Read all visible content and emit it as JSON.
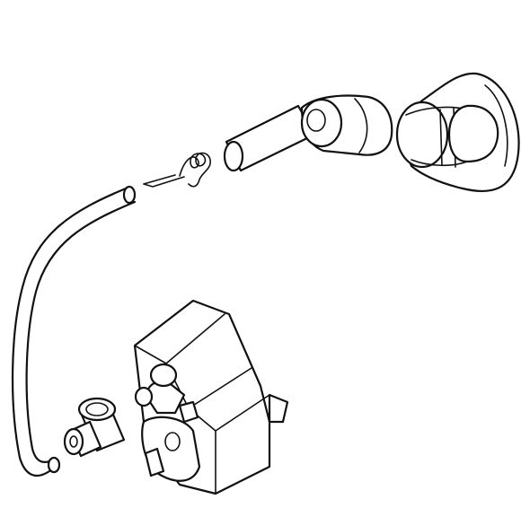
{
  "diagram": {
    "parts": [
      {
        "id": "boot-cap",
        "label": ""
      },
      {
        "id": "spark-plug-cap",
        "label": ""
      },
      {
        "id": "spring-clip",
        "label": ""
      },
      {
        "id": "ignition-lead",
        "label": ""
      },
      {
        "id": "grommet",
        "label": ""
      },
      {
        "id": "ignition-module",
        "label": ""
      }
    ],
    "colors": {
      "line": "#111111",
      "background": "#ffffff"
    }
  }
}
